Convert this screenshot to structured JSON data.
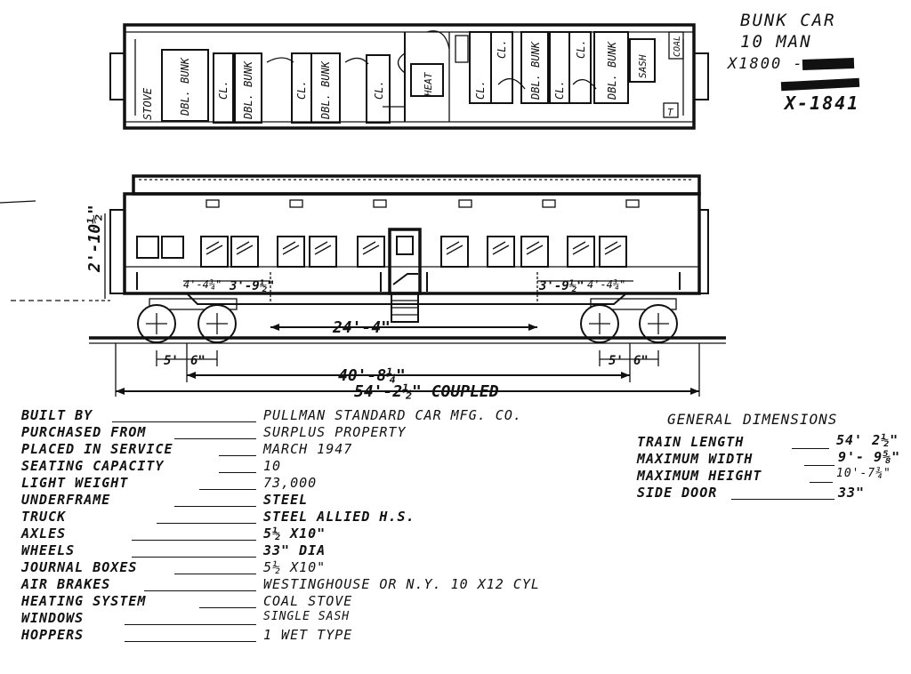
{
  "title": {
    "line1": "BUNK CAR",
    "line2": "10 MAN",
    "number_old": "X1800 -",
    "number_new": "X-1841"
  },
  "plan_labels": {
    "stove": "STOVE",
    "heat": "HEAT",
    "coal": "COAL",
    "sash": "SASH",
    "dbl_bunk": "DBL. BUNK",
    "closet": "CL.",
    "toilet": "T"
  },
  "dimensions": {
    "height": "2'-10½\"",
    "truck_offset_left": "4'-4¾\"",
    "truck_offset_left_b": "3'-9½\"",
    "truck_offset_right_a": "3'-9½\"",
    "truck_offset_right_b": "4'-4¾\"",
    "truck_centers": "24'-4\"",
    "wheelbase_left_a": "5'",
    "wheelbase_left_b": "6\"",
    "wheelbase_right_a": "5'",
    "wheelbase_right_b": "6\"",
    "body_length": "40'-8¼\"",
    "coupled_length": "54'-2½\" COUPLED"
  },
  "specs": [
    {
      "label": "BUILT BY",
      "value": "PULLMAN STANDARD CAR MFG. CO."
    },
    {
      "label": "PURCHASED FROM",
      "value": "SURPLUS PROPERTY"
    },
    {
      "label": "PLACED IN SERVICE",
      "value": "MARCH 1947"
    },
    {
      "label": "SEATING CAPACITY",
      "value": "10"
    },
    {
      "label": "LIGHT WEIGHT",
      "value": "73,000"
    },
    {
      "label": "UNDERFRAME",
      "value": "STEEL"
    },
    {
      "label": "TRUCK",
      "value": "STEEL ALLIED H.S."
    },
    {
      "label": "AXLES",
      "value": "5½ X10\""
    },
    {
      "label": "WHEELS",
      "value": "33\" DIA"
    },
    {
      "label": "JOURNAL BOXES",
      "value": "5½ x10\""
    },
    {
      "label": "AIR BRAKES",
      "value": "WESTINGHOUSE OR N.Y. 10 X12 CYL"
    },
    {
      "label": "HEATING SYSTEM",
      "value": "COAL STOVE"
    },
    {
      "label": "WINDOWS",
      "value": "SINGLE SASH"
    },
    {
      "label": "HOPPERS",
      "value": "1 WET TYPE"
    }
  ],
  "general": {
    "title": "GENERAL DIMENSIONS",
    "rows": [
      {
        "label": "TRAIN LENGTH",
        "value": "54' 2½\""
      },
      {
        "label": "MAXIMUM WIDTH",
        "value": "9'- 9⅝\""
      },
      {
        "label": "MAXIMUM HEIGHT",
        "value": "10'-7¾\""
      },
      {
        "label": "SIDE DOOR",
        "value": "33\""
      }
    ]
  }
}
